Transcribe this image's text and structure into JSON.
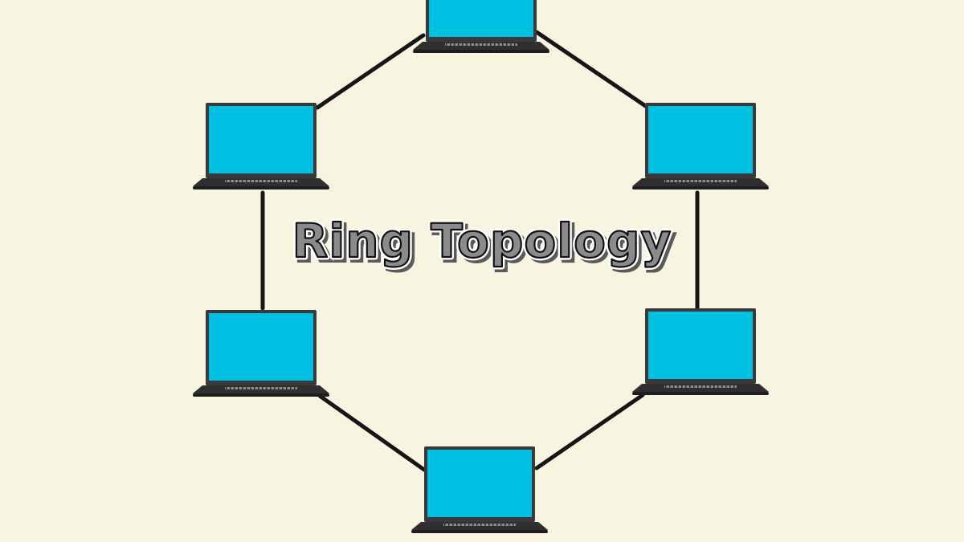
{
  "title": "Ring Topology",
  "colors": {
    "background": "#f7f4df",
    "screen": "#00c0e2",
    "laptop_frame": "#3a3a3a",
    "cable": "#161616",
    "title_fill": "#8b8b8b",
    "title_outline": "#111111"
  },
  "nodes": [
    {
      "id": "laptop-top",
      "icon": "laptop-icon"
    },
    {
      "id": "laptop-upper-right",
      "icon": "laptop-icon"
    },
    {
      "id": "laptop-lower-right",
      "icon": "laptop-icon"
    },
    {
      "id": "laptop-bottom",
      "icon": "laptop-icon"
    },
    {
      "id": "laptop-lower-left",
      "icon": "laptop-icon"
    },
    {
      "id": "laptop-upper-left",
      "icon": "laptop-icon"
    }
  ],
  "links": [
    [
      "laptop-top",
      "laptop-upper-right"
    ],
    [
      "laptop-upper-right",
      "laptop-lower-right"
    ],
    [
      "laptop-lower-right",
      "laptop-bottom"
    ],
    [
      "laptop-bottom",
      "laptop-lower-left"
    ],
    [
      "laptop-lower-left",
      "laptop-upper-left"
    ],
    [
      "laptop-upper-left",
      "laptop-top"
    ]
  ]
}
